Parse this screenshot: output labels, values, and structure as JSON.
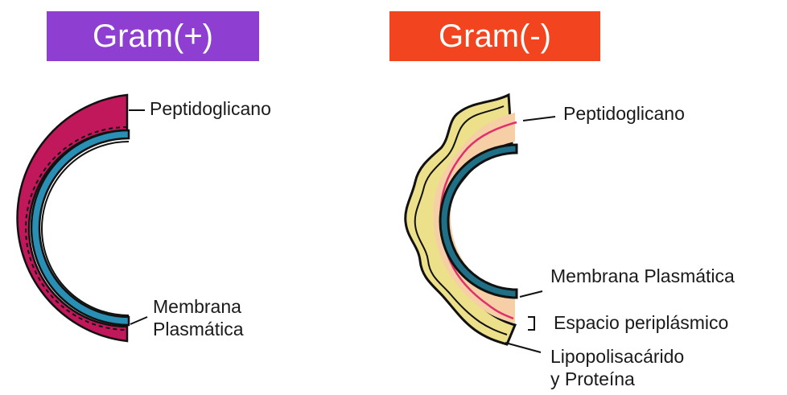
{
  "gram_positive": {
    "title": "Gram(+)",
    "title_color": "#8e3fd1",
    "labels": {
      "peptidoglycan": "Peptidoglicano",
      "membrane_line1": "Membrana",
      "membrane_line2": "Plasmática"
    },
    "colors": {
      "peptidoglycan": "#c0185a",
      "membrane": "#2a8fb4"
    }
  },
  "gram_negative": {
    "title": "Gram(-)",
    "title_color": "#f2441e",
    "labels": {
      "peptidoglycan": "Peptidoglicano",
      "membrane": "Membrana Plasmática",
      "periplasmic": "Espacio periplásmico",
      "lps_line1": "Lipopolisacárido",
      "lps_line2": "y Proteína"
    },
    "colors": {
      "outer_layer": "#ece08a",
      "periplasm": "#f6cfa6",
      "peptidoglycan_line": "#e0306a",
      "membrane": "#1f6f86"
    }
  }
}
